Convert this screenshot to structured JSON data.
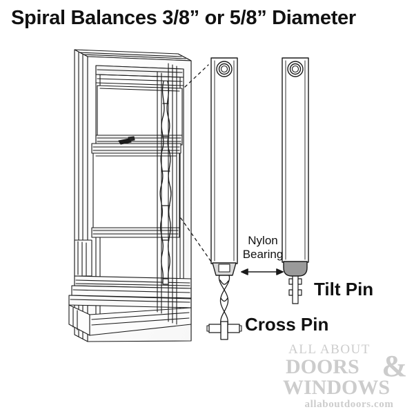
{
  "page": {
    "background": "#ffffff",
    "ink": "#111111"
  },
  "title": "Spiral Balances  3/8” or 5/8” Diameter",
  "labels": {
    "nylon_bearing": "Nylon Bearing",
    "tilt_pin": "Tilt Pin",
    "cross_pin": "Cross Pin"
  },
  "diagram": {
    "window_name": "double-hung-window-isometric",
    "left_balance_name": "spiral-balance-cross-pin",
    "right_balance_name": "spiral-balance-tilt-pin",
    "line_color": "#1a1a1a",
    "bearing_fill": "#9a9a9a",
    "bearing_fill_light": "#d9d9d9",
    "leader_style": "dashed"
  },
  "watermark": {
    "line1": "ALL ABOUT",
    "line2": "DOORS",
    "ampersand": "&",
    "line3": "WINDOWS",
    "line4": "allaboutdoors.com",
    "color": "#cccccc"
  }
}
